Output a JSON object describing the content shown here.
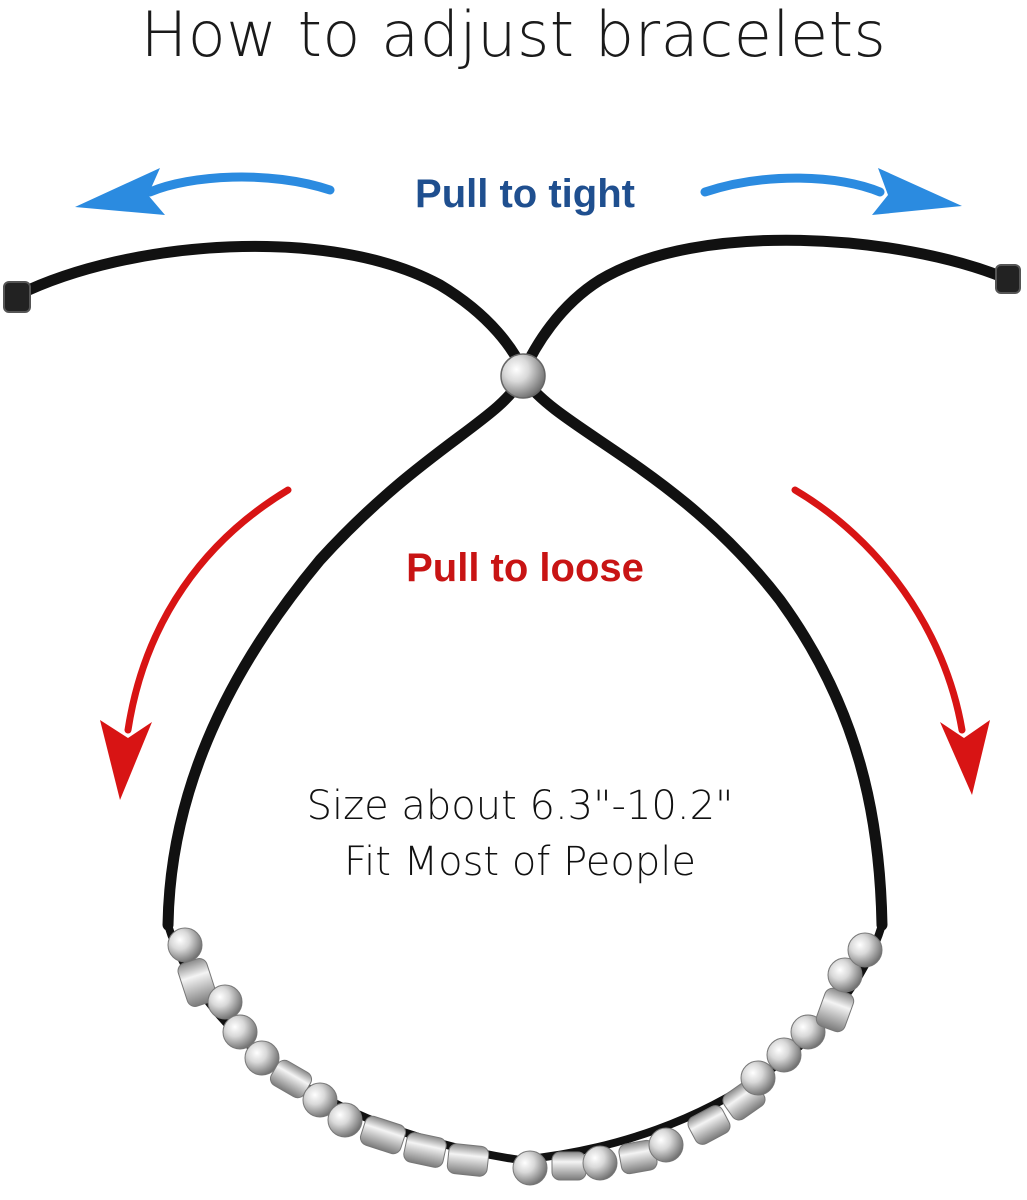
{
  "title": "How to adjust bracelets",
  "labels": {
    "pull_tight": "Pull to tight",
    "pull_loose": "Pull to loose"
  },
  "size": {
    "line1": "Size about 6.3\"-10.2\"",
    "line2": "Fit Most of People"
  },
  "colors": {
    "tight_arrow": "#2b8be0",
    "tight_text": "#1f4f8f",
    "loose_arrow": "#d81414",
    "loose_text": "#c81414",
    "cord": "#111111",
    "bead": "#c9c9c9"
  },
  "icons": [
    "arrow-left-icon",
    "arrow-right-icon",
    "arrow-down-left-icon",
    "arrow-down-right-icon"
  ]
}
